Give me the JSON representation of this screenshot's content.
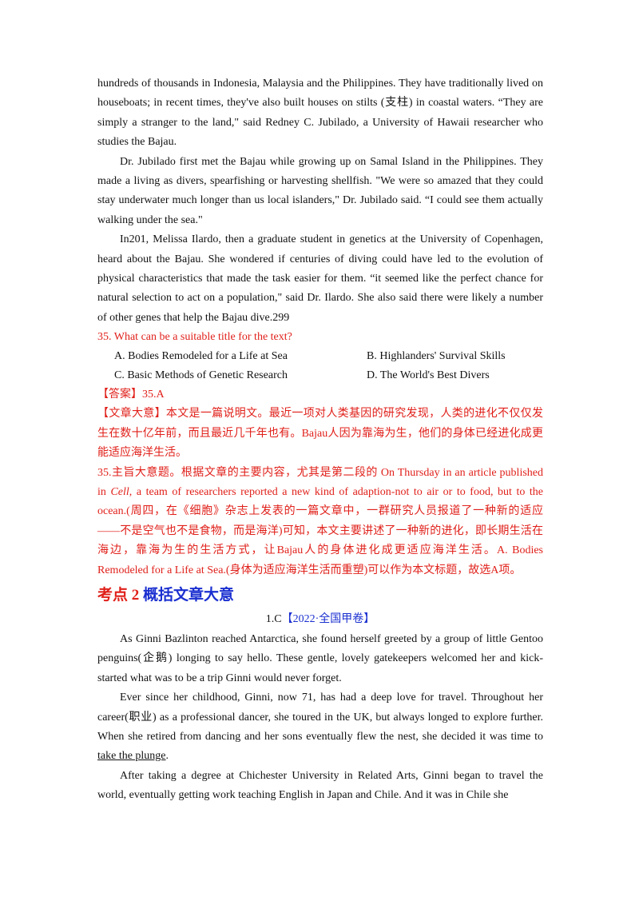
{
  "passage1": {
    "p1": "hundreds of thousands in Indonesia, Malaysia and the Philippines. They have traditionally lived on houseboats; in recent times, they've also built houses on stilts (支柱) in coastal waters. “They are simply a stranger to the land,\" said Redney C. Jubilado, a University of Hawaii researcher who studies the Bajau.",
    "p2": "Dr. Jubilado first met the Bajau while growing up on Samal Island in the Philippines. They made a living as divers, spearfishing or harvesting shellfish. \"We were so amazed that they could stay underwater much longer than us local islanders,\" Dr. Jubilado said. “I could see them actually walking under the sea.\"",
    "p3": "In201, Melissa Ilardo, then a graduate student in genetics at the University of Copenhagen, heard about the Bajau. She wondered if centuries of diving could have led to the evolution of physical characteristics that made the task easier for them. “it seemed like the perfect chance for natural selection to act on a population,\" said Dr. Ilardo. She also said there were likely a number of other genes that help the Bajau dive.299"
  },
  "question": {
    "stem": "35. What can be a suitable title for the text?",
    "options": {
      "a": "A. Bodies Remodeled for a Life at Sea",
      "b": "B. Highlanders' Survival Skills",
      "c": "C. Basic Methods of Genetic Research",
      "d": "D. The World's Best Divers"
    }
  },
  "answer": {
    "label": "【答案】",
    "value": "35.A",
    "summary_label": "【文章大意】",
    "summary": "本文是一篇说明文。最近一项对人类基因的研究发现，人类的进化不仅仅发生在数十亿年前，而且最近几千年也有。Bajau人因为靠海为生，他们的身体已经进化成更能适应海洋生活。",
    "explain_pre": "35.主旨大意题。根据文章的主要内容，尤其是第二段的 On Thursday in an article published in ",
    "explain_italic": "Cell",
    "explain_post": ", a team of researchers reported a new kind of adaption-not to air or to food, but to the ocean.(周四，在《细胞》杂志上发表的一篇文章中，一群研究人员报道了一种新的适应——不是空气也不是食物，而是海洋)可知，本文主要讲述了一种新的进化，即长期生活在海边，靠海为生的生活方式，让Bajau人的身体进化成更适应海洋生活。A. Bodies Remodeled for a Life at Sea.(身体为适应海洋生活而重塑)可以作为本文标题，故选A项。"
  },
  "section": {
    "heading_red": "考点 2 ",
    "heading_blue": "概括文章大意",
    "source_pre": "1.C",
    "source_tag": "【2022·全国甲卷】"
  },
  "passage2": {
    "p1": "As Ginni Bazlinton reached Antarctica, she found herself greeted by a group of little Gentoo penguins(企鹅) longing to say hello. These gentle, lovely gatekeepers welcomed her and kick-started what was to be a trip Ginni would never forget.",
    "p2": "Ever since her childhood, Ginni, now 71, has had a deep love for travel. Throughout her career(职业) as a professional dancer, she toured in the UK, but always longed to explore further. When she retired from dancing and her sons eventually flew the nest, she decided it was time to ",
    "p2_underlined": "take the plunge",
    "p2_end": ".",
    "p3": "After taking a degree at Chichester University in Related Arts, Ginni began to travel the world, eventually getting work teaching English in Japan and Chile. And it was in Chile she"
  }
}
